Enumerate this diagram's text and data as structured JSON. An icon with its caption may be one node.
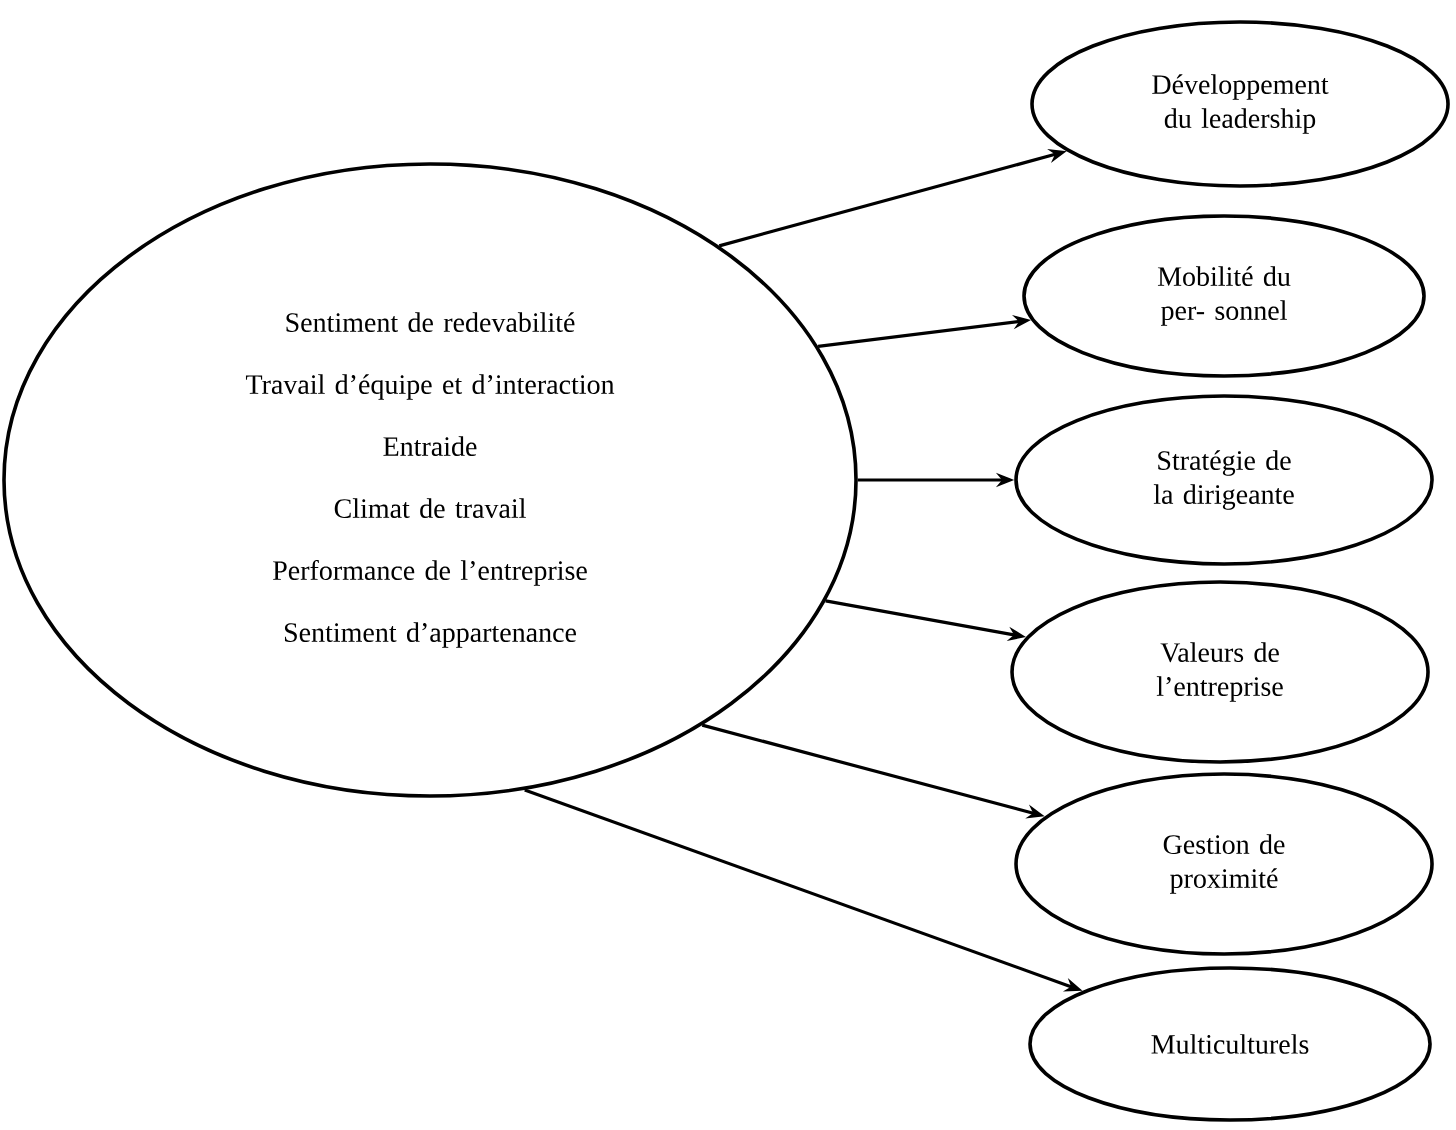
{
  "diagram": {
    "nodes": [
      {
        "text": [
          "Sentiment de redevabilité",
          "Travail d’équipe et d’interaction",
          "Entraide",
          "Climat de travail",
          "Performance de l’entreprise",
          "Sentiment d’appartenance"
        ]
      },
      {
        "text": [
          "Développement du leadership"
        ]
      },
      {
        "text": [
          "Mobilité du per- sonnel"
        ]
      },
      {
        "text": [
          "Stratégie de la dirigeante"
        ]
      },
      {
        "text": [
          "Valeurs de l’entreprise"
        ]
      },
      {
        "text": [
          "Gestion de proximité"
        ]
      },
      {
        "text": [
          "Multiculturels"
        ]
      }
    ],
    "edges": [
      {
        "from": 0,
        "to": 1,
        "arrow": "to"
      },
      {
        "from": 0,
        "to": 2,
        "arrow": "to"
      },
      {
        "from": 0,
        "to": 3,
        "arrow": "to"
      },
      {
        "from": 0,
        "to": 4,
        "arrow": "to"
      },
      {
        "from": 0,
        "to": 5,
        "arrow": "to"
      },
      {
        "from": 0,
        "to": 6,
        "arrow": "to"
      }
    ]
  }
}
